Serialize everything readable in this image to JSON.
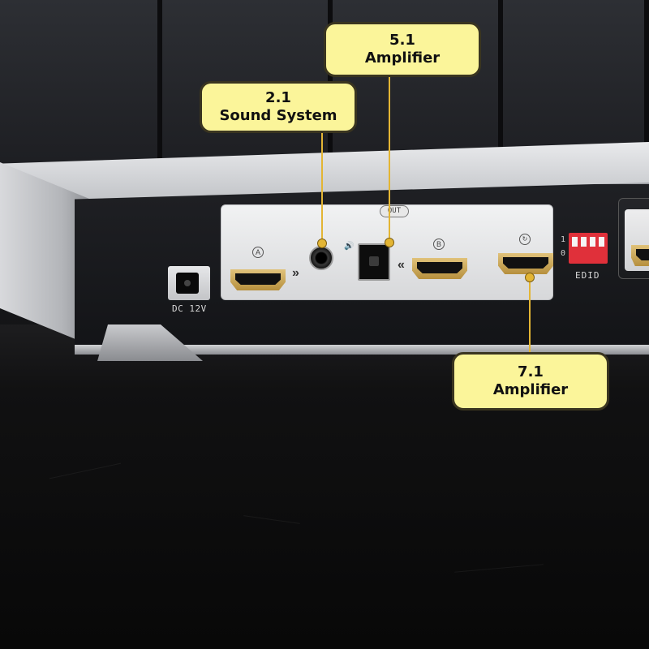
{
  "callouts": {
    "sound_2_1": {
      "line1": "2.1",
      "line2": "Sound System"
    },
    "amp_5_1": {
      "line1": "5.1",
      "line2": "Amplifier"
    },
    "amp_7_1": {
      "line1": "7.1",
      "line2": "Amplifier"
    }
  },
  "device_labels": {
    "dc": "DC 12V",
    "out": "OUT",
    "edid": "EDID",
    "dip_1": "1",
    "dip_0": "0",
    "port_a": "A",
    "port_b": "B",
    "arrow_in": "»",
    "arrow_out": "«"
  },
  "icons": {
    "speaker": "speaker-icon",
    "hdmi": "hdmi-port-icon"
  },
  "colors": {
    "callout_fill": "#fbf59a",
    "leader": "#e3b534",
    "dip_switch": "#e0303a"
  }
}
